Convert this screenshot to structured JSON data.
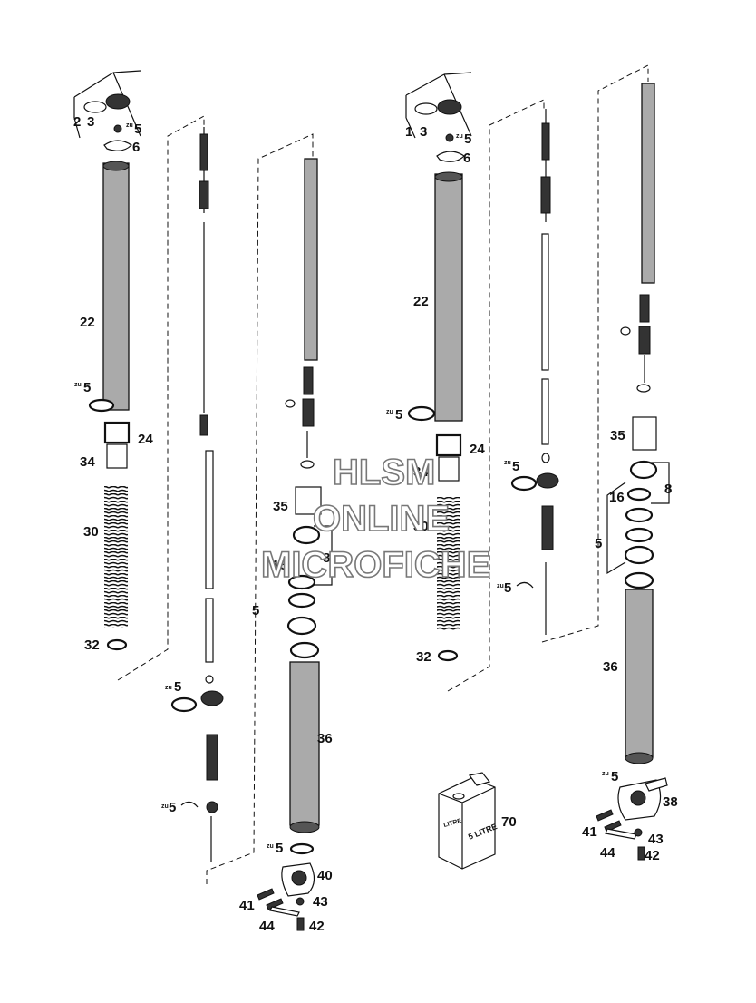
{
  "callouts": {
    "n1": "1",
    "n2": "2",
    "n3": "3",
    "n5": "5",
    "n6": "6",
    "n8": "8",
    "n16": "16",
    "n22": "22",
    "n24": "24",
    "n30": "30",
    "n32": "32",
    "n34": "34",
    "n35": "35",
    "n36": "36",
    "n38": "38",
    "n40": "40",
    "n41": "41",
    "n42": "42",
    "n43": "43",
    "n44": "44",
    "n70": "70",
    "zu_top": "zu",
    "zu_bottom": "5"
  },
  "oil_can": {
    "label": "5 LITRE"
  },
  "watermark": {
    "line1": "HLSM",
    "line2": "ONLINE",
    "line3": "MICROFICHE"
  }
}
